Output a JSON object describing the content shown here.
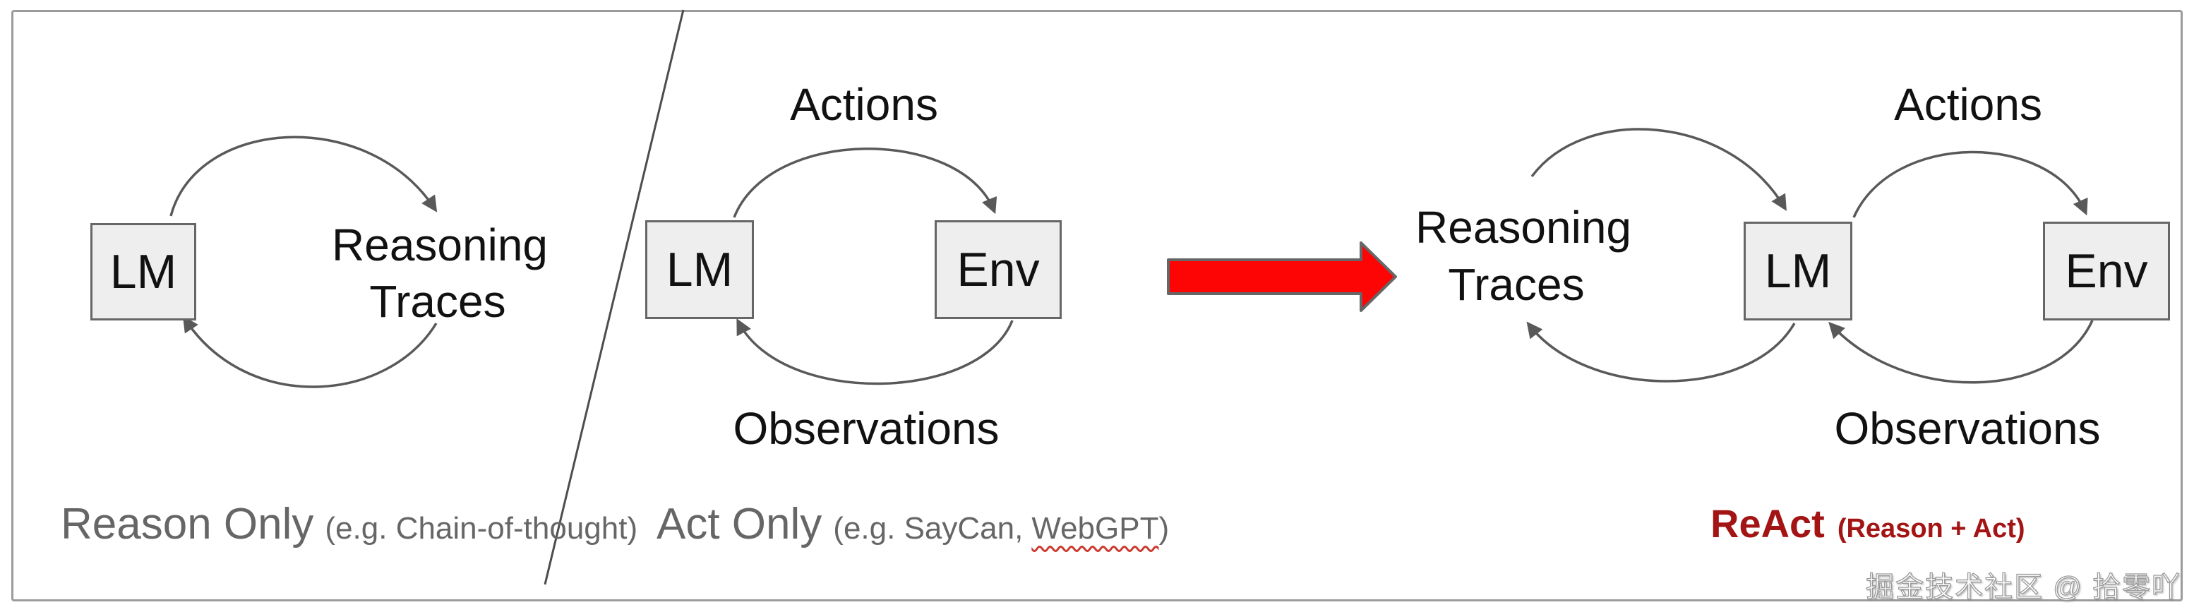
{
  "colors": {
    "background": "#ffffff",
    "frame_border": "#9b9b9b",
    "node_fill": "#eeeeee",
    "node_border": "#666666",
    "arrow_stroke": "#595959",
    "divider_stroke": "#4d4d4d",
    "caption_gray": "#666666",
    "react_red": "#a31414",
    "transform_arrow_fill": "#fe0505",
    "transform_arrow_border": "#666666",
    "squiggle_red": "#cc3a30",
    "watermark_text": "#ffffff"
  },
  "panels": {
    "reason_only": {
      "node_lm": "LM",
      "loop_label_line1": "Reasoning",
      "loop_label_line2": "Traces",
      "caption": "Reason Only",
      "caption_note": "(e.g. Chain-of-thought)"
    },
    "act_only": {
      "node_lm": "LM",
      "node_env": "Env",
      "top_label": "Actions",
      "bottom_label": "Observations",
      "caption": "Act Only",
      "caption_note_prefix": "(e.g. SayCan,",
      "caption_note_misspelled": "WebGPT",
      "caption_note_suffix": ")"
    },
    "react": {
      "loop_label_line1": "Reasoning",
      "loop_label_line2": "Traces",
      "node_lm": "LM",
      "node_env": "Env",
      "top_label": "Actions",
      "bottom_label": "Observations",
      "caption": "ReAct",
      "caption_note": "(Reason + Act)"
    }
  },
  "watermark": "掘金技术社区 @ 拾零吖"
}
